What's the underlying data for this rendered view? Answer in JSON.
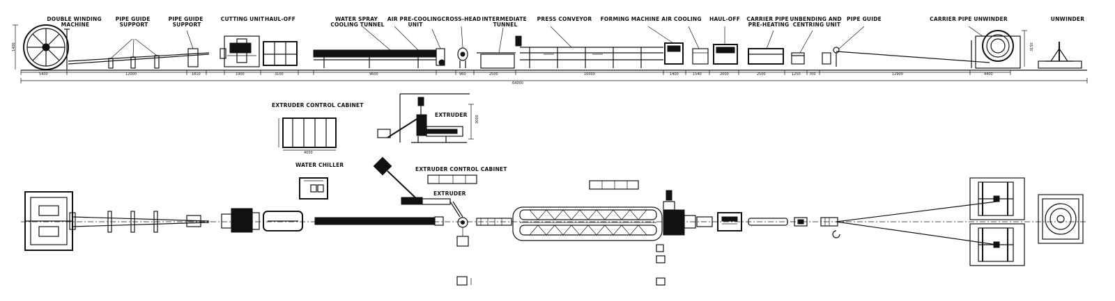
{
  "labels": {
    "double_winding_machine": [
      "DOUBLE WINDING",
      "MACHINE"
    ],
    "pipe_guide_support_1": [
      "PIPE GUIDE",
      "SUPPORT"
    ],
    "pipe_guide_support_2": [
      "PIPE GUIDE",
      "SUPPORT"
    ],
    "cutting_unit": [
      "CUTTING UNIT"
    ],
    "haul_off_1": [
      "HAUL-OFF"
    ],
    "water_spray_cooling_tunnel": [
      "WATER SPRAY",
      "COOLING TUNNEL"
    ],
    "air_pre_cooling_unit": [
      "AIR PRE-COOLING",
      "UNIT"
    ],
    "cross_head": [
      "CROSS-HEAD"
    ],
    "intermediate_tunnel": [
      "INTERMEDIATE",
      "TUNNEL"
    ],
    "press_conveyor": [
      "PRESS CONVEYOR"
    ],
    "forming_machine": [
      "FORMING MACHINE"
    ],
    "air_cooling": [
      "AIR COOLING"
    ],
    "haul_off_2": [
      "HAUL-OFF"
    ],
    "carrier_pipe_pre_heating": [
      "CARRIER PIPE",
      "PRE-HEATING"
    ],
    "unbending_centring_unit": [
      "UNBENDING AND",
      "CENTRING UNIT"
    ],
    "pipe_guide": [
      "PIPE GUIDE"
    ],
    "carrier_pipe_unwinder": [
      "CARRIER PIPE UNWINDER"
    ],
    "unwinder": [
      "UNWINDER"
    ],
    "extruder_control_cabinet_top": [
      "EXTRUDER CONTROL CABINET"
    ],
    "extruder_top": [
      "EXTRUDER"
    ],
    "water_chiller": [
      "WATER CHILLER"
    ],
    "extruder_control_cabinet_plan": [
      "EXTRUDER CONTROL CABINET"
    ],
    "extruder_plan": [
      "EXTRUDER"
    ]
  },
  "dimensions": {
    "machine_height": "1400",
    "winder_length": "5400",
    "pipe_support_span": "12000",
    "pipe_guide_span": "1810",
    "cutting_unit_len": "1900",
    "haul_off_len": "3100",
    "cooling_tunnel_len": "9600",
    "cross_head_len": "960",
    "intermediate_len": "2500",
    "press_conveyor_len": "16000",
    "forming_len": "1400",
    "air_cooling_len": "1540",
    "haul_off2_len": "2000",
    "preheat_len": "2500",
    "centring_len": "1250",
    "guide_len": "700",
    "unwind_span": "12900",
    "unwinder_len": "4400",
    "unwinder_height": "3150",
    "total_length": "64000",
    "cabinet_width": "4000",
    "extruder_height": "3000"
  }
}
